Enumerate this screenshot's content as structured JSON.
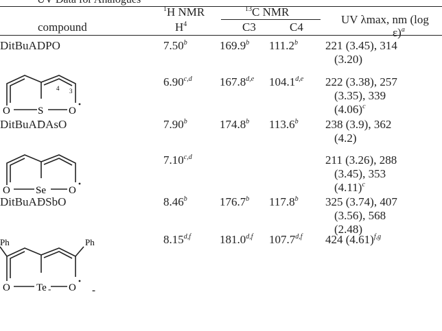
{
  "caption_fragment": "UV Data for Analogues",
  "header": {
    "compound": "compound",
    "h_nmr_pre": "1",
    "h_nmr_main": "H NMR",
    "h_nmr_sub": "H",
    "h_nmr_sub_sup": "4",
    "c_nmr_pre": "13",
    "c_nmr_main": "C NMR",
    "c3": "C3",
    "c4": "C4",
    "uv_line1": "UV λmax, nm (log",
    "uv_line2": "ε)",
    "uv_sup": "a"
  },
  "rows": [
    {
      "compound": "DitBuADPO",
      "h4": "7.50",
      "h4_sup": "b",
      "c3": "169.9",
      "c3_sup": "b",
      "c4": "111.2",
      "c4_sup": "b",
      "uv": [
        "221 (3.45), 314",
        "(3.20)"
      ]
    },
    {
      "structure": "S",
      "h4": "6.90",
      "h4_sup": "c,d",
      "c3": "167.8",
      "c3_sup": "d,e",
      "c4": "104.1",
      "c4_sup": "d,e",
      "uv": [
        "222 (3.38), 257",
        "(3.35), 339",
        "(4.06)"
      ],
      "uv_sup": "c"
    },
    {
      "compound": "DitBuADAsO",
      "h4": "7.90",
      "h4_sup": "b",
      "c3": "174.8",
      "c3_sup": "b",
      "c4": "113.6",
      "c4_sup": "b",
      "uv": [
        "238 (3.9), 362",
        "(4.2)"
      ]
    },
    {
      "structure": "Se",
      "h4": "7.10",
      "h4_sup": "c,d",
      "uv": [
        "211 (3.26), 288",
        "(3.45), 353",
        "(4.11)"
      ],
      "uv_sup": "c"
    },
    {
      "compound": "DitBuADSbO",
      "h4": "8.46",
      "h4_sup": "b",
      "c3": "176.7",
      "c3_sup": "b",
      "c4": "117.8",
      "c4_sup": "b",
      "uv": [
        "325 (3.74), 407",
        "(3.56), 568",
        "(2.48)"
      ]
    },
    {
      "structure": "Te",
      "substituent": "Ph",
      "h4": "8.15",
      "h4_sup": "d,f",
      "c3": "181.0",
      "c3_sup": "d,f",
      "c4": "107.7",
      "c4_sup": "d,f",
      "uv": [
        "424 (4.61)"
      ],
      "uv_sup": "f,g"
    }
  ],
  "structure_labels": {
    "o": "O",
    "o_radical": "O",
    "ring_c3": "3",
    "ring_c4": "4",
    "minus": "-"
  }
}
